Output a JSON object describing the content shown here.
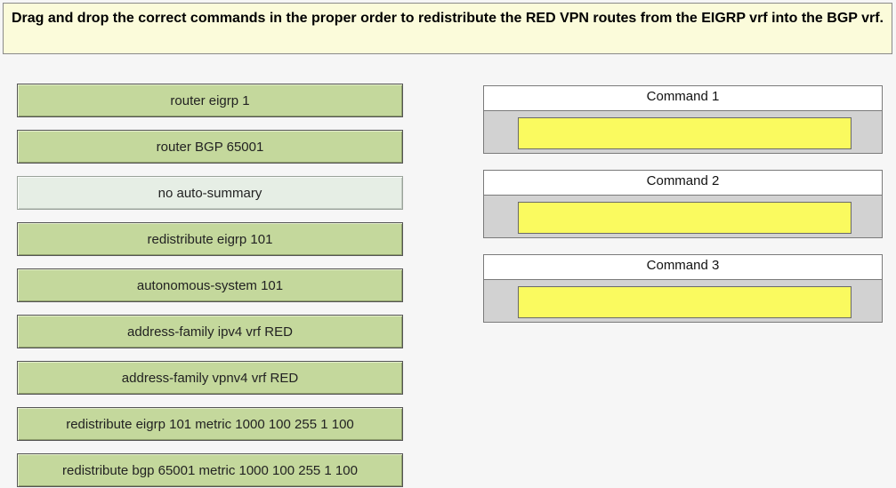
{
  "instruction": "Drag and drop the correct commands in the proper order to redistribute the RED VPN routes from the EIGRP vrf into the BGP vrf.",
  "commands": [
    {
      "label": "router eigrp 1"
    },
    {
      "label": "router BGP 65001"
    },
    {
      "label": "no auto-summary"
    },
    {
      "label": "redistribute eigrp 101"
    },
    {
      "label": "autonomous-system 101"
    },
    {
      "label": "address-family ipv4 vrf RED"
    },
    {
      "label": "address-family vpnv4 vrf RED"
    },
    {
      "label": "redistribute eigrp 101 metric 1000 100 255 1 100"
    },
    {
      "label": "redistribute bgp 65001 metric 1000 100 255 1 100"
    }
  ],
  "targets": [
    {
      "label": "Command 1"
    },
    {
      "label": "Command 2"
    },
    {
      "label": "Command 3"
    }
  ],
  "colors": {
    "command_fill": "#c4d89c",
    "command_faded_fill": "#e6eee5",
    "drop_fill": "#fafa5f",
    "slot_fill": "#d2d2d2",
    "instruction_fill": "#fbfbda"
  }
}
